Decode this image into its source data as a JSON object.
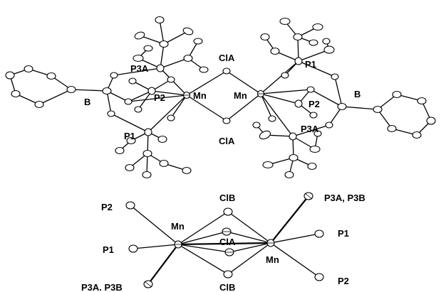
{
  "top_structure": {
    "labels": {
      "cla_top": "ClA",
      "cla_bottom": "ClA",
      "mn_left": "Mn",
      "mn_right": "Mn",
      "b_left": "B",
      "b_right": "B",
      "p3a_left": "P3A",
      "p2_left": "P2",
      "p1_left": "P1",
      "p1_right": "P1",
      "p2_right": "P2",
      "p3a_right": "P3A"
    }
  },
  "bottom_structure": {
    "labels": {
      "clb_top": "ClB",
      "cla": "ClA",
      "clb_bottom": "ClB",
      "mn_left": "Mn",
      "mn_right": "Mn",
      "p2_left": "P2",
      "p1_left": "P1",
      "p3_left": "P3A. P3B",
      "p3_right": "P3A, P3B",
      "p1_right": "P1",
      "p2_right": "P2"
    }
  }
}
